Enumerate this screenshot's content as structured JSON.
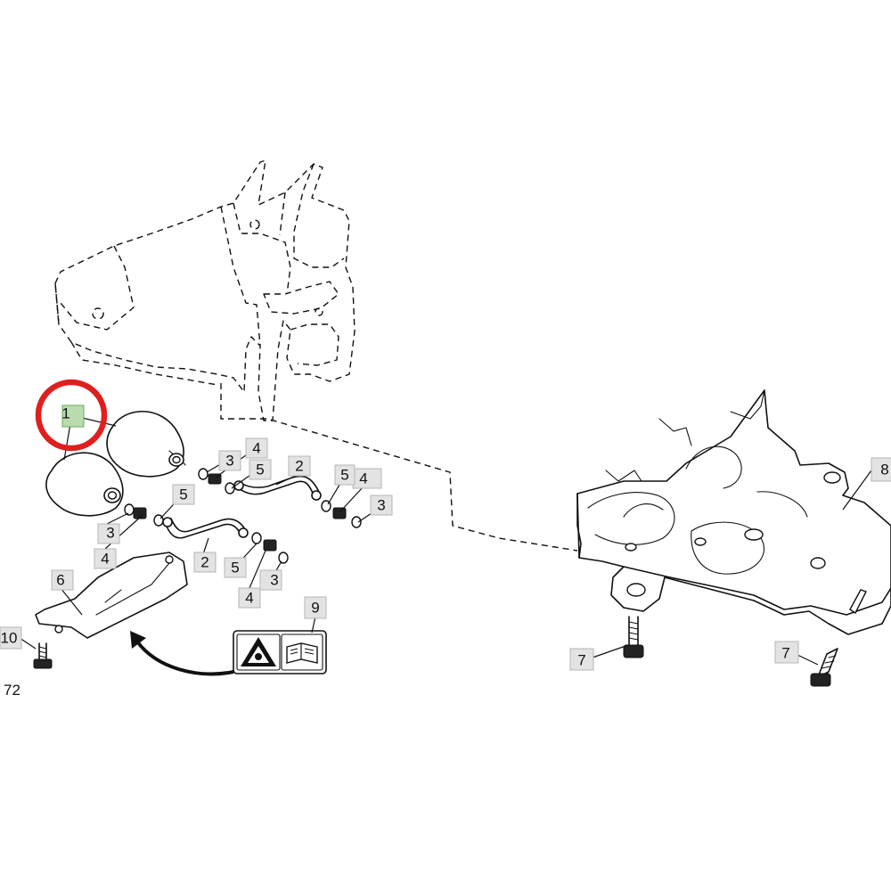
{
  "callouts": [
    {
      "id": "c1",
      "label": "1",
      "highlighted": true
    },
    {
      "id": "c2a",
      "label": "2"
    },
    {
      "id": "c2b",
      "label": "2"
    },
    {
      "id": "c3a",
      "label": "3"
    },
    {
      "id": "c3b",
      "label": "3"
    },
    {
      "id": "c3c",
      "label": "3"
    },
    {
      "id": "c3d",
      "label": "3"
    },
    {
      "id": "c4a",
      "label": "4"
    },
    {
      "id": "c4b",
      "label": "4"
    },
    {
      "id": "c4c",
      "label": "4"
    },
    {
      "id": "c4d",
      "label": "4"
    },
    {
      "id": "c5a",
      "label": "5"
    },
    {
      "id": "c5b",
      "label": "5"
    },
    {
      "id": "c5c",
      "label": "5"
    },
    {
      "id": "c5d",
      "label": "5"
    },
    {
      "id": "c6",
      "label": "6"
    },
    {
      "id": "c7a",
      "label": "7"
    },
    {
      "id": "c7b",
      "label": "7"
    },
    {
      "id": "c8",
      "label": "8"
    },
    {
      "id": "c9",
      "label": "9"
    },
    {
      "id": "c10",
      "label": "10"
    }
  ],
  "reference_number": "72",
  "highlight_color": "#e01e1e",
  "icons": [
    "warning-triangle-icon",
    "manual-book-icon"
  ]
}
